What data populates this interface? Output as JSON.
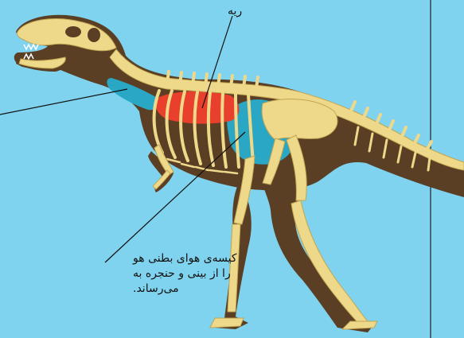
{
  "labels": {
    "lung": "ریه",
    "air_sac": {
      "line1": "کیسه‌ی هوای بطنی هو",
      "line2": "را از بینی و حنجره به",
      "line3": "می‌رساند."
    }
  },
  "colors": {
    "background": "#7fd3ee",
    "body": "#5a3f24",
    "bone": "#eed98a",
    "bone_outline": "#c2a653",
    "lung": "#e8402c",
    "air_sac": "#2aa7c4",
    "leader_line": "#111111"
  }
}
